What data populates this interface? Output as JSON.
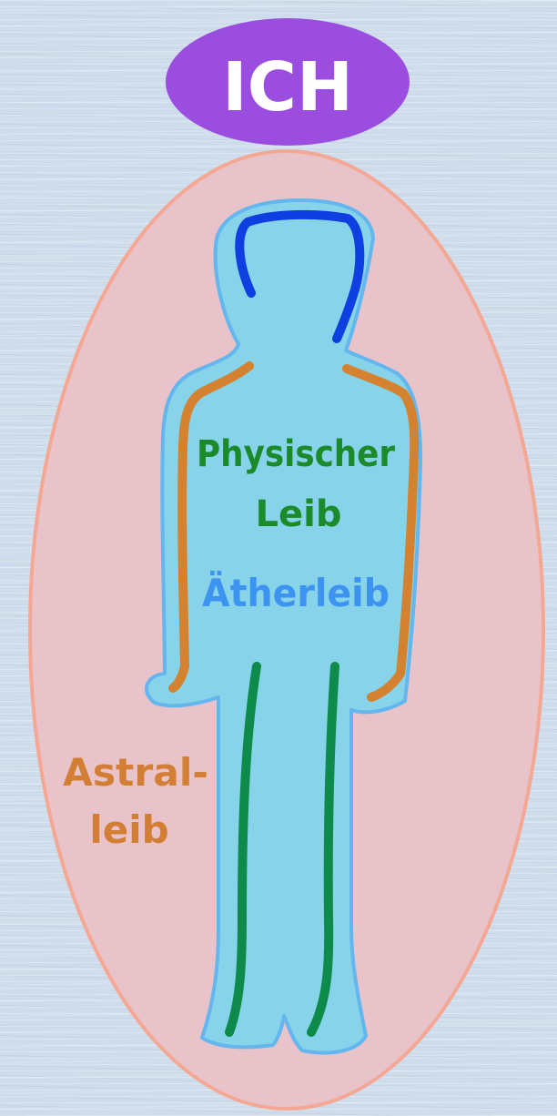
{
  "ego": {
    "label": "ICH",
    "color": "#9b4de0",
    "text_color": "#ffffff"
  },
  "astral_body": {
    "label_line1": "Astral-",
    "label_line2": "leib",
    "fill_color": "#e9c3ca",
    "outline_color": "#f4a894",
    "label_color": "#d27f35"
  },
  "etheric_body": {
    "label": "Ätherleib",
    "fill_color": "#86d3ea",
    "outline_color": "#63b6ee",
    "label_color": "#3d93f0"
  },
  "physical_body": {
    "label_line1": "Physischer",
    "label_line2": "Leib",
    "label_color": "#1b8a2b"
  },
  "body_lines": {
    "head_color": "#0f3fe0",
    "arms_color": "#d48230",
    "legs_color": "#0e8a4b"
  }
}
